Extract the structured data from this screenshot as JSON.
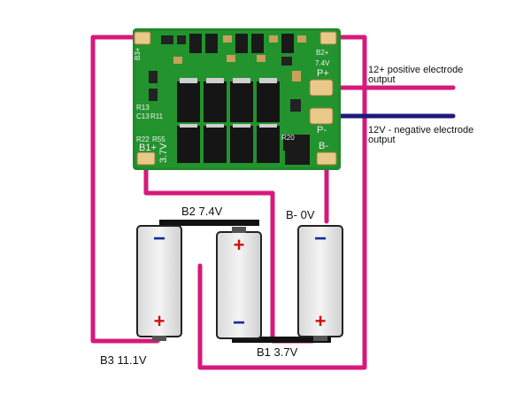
{
  "diagram": {
    "labels": {
      "positive_output": [
        "12+ positive electrode",
        "output"
      ],
      "negative_output": [
        "12V - negative electrode",
        "output"
      ],
      "b2": "B2 7.4V",
      "b_minus": "B-  0V",
      "b3": "B3 11.1V",
      "b1": "B1 3.7V"
    },
    "board_silk": {
      "b2_plus": "B2+",
      "v74": "7.4V",
      "p_plus": "P+",
      "p_minus": "P-",
      "b_minus": "B-",
      "b1_plus": "B1+",
      "v37": "3.7V",
      "b3_plus": "B3+",
      "r22": "R22",
      "r55": "R55",
      "r20": "R20",
      "r13": "R13",
      "c13": "C13",
      "r11": "R11"
    },
    "battery_symbols": {
      "plus": "+",
      "minus": "−"
    },
    "colors": {
      "wire_main": "#d6197a",
      "wire_negative": "#1e1a7a",
      "pcb": "#1f8a2a",
      "battery_body": "#e7e7e7",
      "plus_sign": "#d01010",
      "minus_sign": "#1a2a9a"
    }
  }
}
